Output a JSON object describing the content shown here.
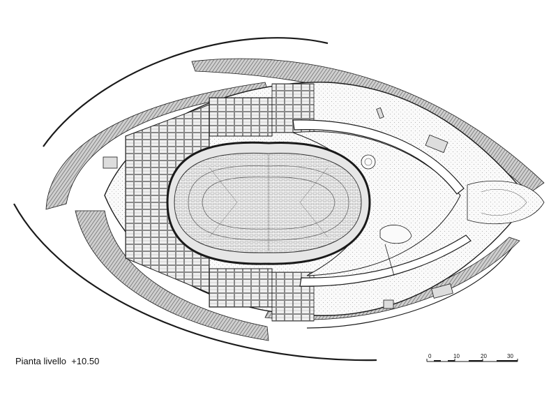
{
  "caption": "Pianta livello  +10.50",
  "scale_bar": {
    "labels": [
      "0",
      "10",
      "20",
      "30"
    ]
  },
  "colors": {
    "line": "#1a1a1a",
    "hatch": "#555555",
    "paper": "#ffffff"
  }
}
